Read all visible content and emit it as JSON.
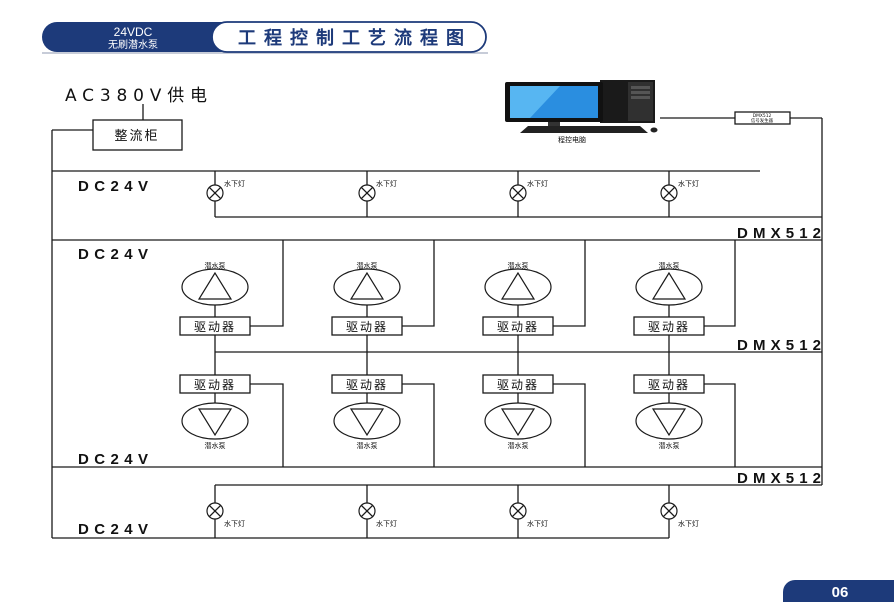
{
  "header": {
    "tab_line1": "24VDC",
    "tab_line2": "无刷潜水泵",
    "title": "工程控制工艺流程图"
  },
  "power": {
    "source_label": "AC380V供电",
    "rectifier_label": "整流柜"
  },
  "control": {
    "computer_label": "程控电脑",
    "dmx_generator_line1": "DMX512",
    "dmx_generator_line2": "信号发生器"
  },
  "bus_labels": {
    "dc_row1": "DC24V",
    "dc_row2": "DC24V",
    "dc_row3": "DC24V",
    "dc_row4": "DC24V",
    "dmx_row1": "DMX512",
    "dmx_row2": "DMX512",
    "dmx_row3": "DMX512"
  },
  "lights_top": [
    {
      "label": "水下灯"
    },
    {
      "label": "水下灯"
    },
    {
      "label": "水下灯"
    },
    {
      "label": "水下灯"
    }
  ],
  "pumps_upper": [
    {
      "label": "潜水泵",
      "driver": "驱动器"
    },
    {
      "label": "潜水泵",
      "driver": "驱动器"
    },
    {
      "label": "潜水泵",
      "driver": "驱动器"
    },
    {
      "label": "潜水泵",
      "driver": "驱动器"
    }
  ],
  "pumps_lower": [
    {
      "label": "潜水泵",
      "driver": "驱动器"
    },
    {
      "label": "潜水泵",
      "driver": "驱动器"
    },
    {
      "label": "潜水泵",
      "driver": "驱动器"
    },
    {
      "label": "潜水泵",
      "driver": "驱动器"
    }
  ],
  "lights_bottom": [
    {
      "label": "水下灯"
    },
    {
      "label": "水下灯"
    },
    {
      "label": "水下灯"
    },
    {
      "label": "水下灯"
    }
  ],
  "page_number": "06",
  "colors": {
    "brand_blue": "#1d3a7a",
    "screen_blue": "#2a8ee0"
  }
}
